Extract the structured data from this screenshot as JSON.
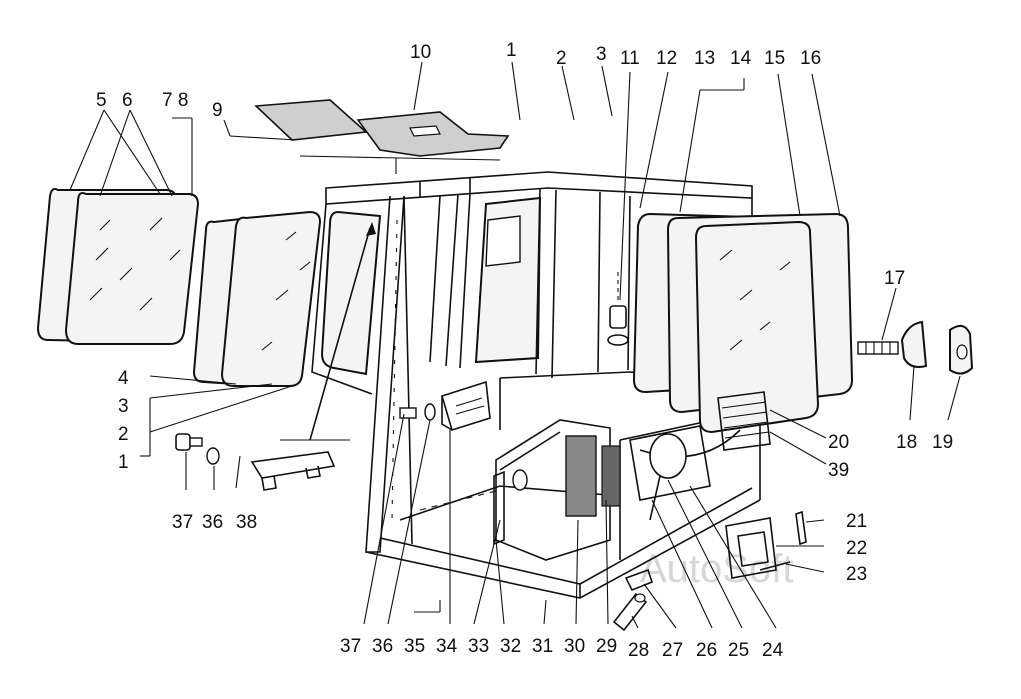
{
  "watermark": "AutoSoft",
  "labels": [
    {
      "id": "l1t",
      "text": "1"
    },
    {
      "id": "l2t",
      "text": "2"
    },
    {
      "id": "l3t",
      "text": "3"
    },
    {
      "id": "l5",
      "text": "5"
    },
    {
      "id": "l6",
      "text": "6"
    },
    {
      "id": "l78",
      "text": "7 8"
    },
    {
      "id": "l9",
      "text": "9"
    },
    {
      "id": "l10",
      "text": "10"
    },
    {
      "id": "l11",
      "text": "11"
    },
    {
      "id": "l12",
      "text": "12"
    },
    {
      "id": "l13",
      "text": "13"
    },
    {
      "id": "l14",
      "text": "14"
    },
    {
      "id": "l15",
      "text": "15"
    },
    {
      "id": "l16",
      "text": "16"
    },
    {
      "id": "l17",
      "text": "17"
    },
    {
      "id": "l18",
      "text": "18"
    },
    {
      "id": "l19",
      "text": "19"
    },
    {
      "id": "l20",
      "text": "20"
    },
    {
      "id": "l39r",
      "text": "39"
    },
    {
      "id": "l21",
      "text": "21"
    },
    {
      "id": "l22",
      "text": "22"
    },
    {
      "id": "l23",
      "text": "23"
    },
    {
      "id": "l4",
      "text": "4"
    },
    {
      "id": "l3l",
      "text": "3"
    },
    {
      "id": "l2l",
      "text": "2"
    },
    {
      "id": "l1l",
      "text": "1"
    },
    {
      "id": "l37a",
      "text": "37"
    },
    {
      "id": "l36a",
      "text": "36"
    },
    {
      "id": "l38",
      "text": "38"
    },
    {
      "id": "b37",
      "text": "37"
    },
    {
      "id": "b36",
      "text": "36"
    },
    {
      "id": "b35",
      "text": "35"
    },
    {
      "id": "b34",
      "text": "34"
    },
    {
      "id": "b33",
      "text": "33"
    },
    {
      "id": "b32",
      "text": "32"
    },
    {
      "id": "b31",
      "text": "31"
    },
    {
      "id": "b30",
      "text": "30"
    },
    {
      "id": "b29",
      "text": "29"
    },
    {
      "id": "b28",
      "text": "28"
    },
    {
      "id": "b27",
      "text": "27"
    },
    {
      "id": "b26",
      "text": "26"
    },
    {
      "id": "b25",
      "text": "25"
    },
    {
      "id": "b24",
      "text": "24"
    }
  ]
}
